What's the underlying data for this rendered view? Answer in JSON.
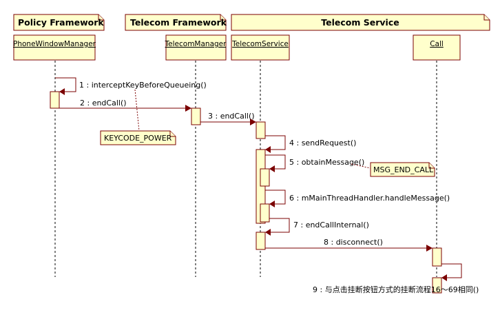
{
  "packages": [
    {
      "label": "Policy Framework"
    },
    {
      "label": "Telecom Framework"
    },
    {
      "label": "Telecom Service"
    }
  ],
  "lifelines": [
    {
      "label": "PhoneWindowManager"
    },
    {
      "label": "TelecomManager"
    },
    {
      "label": "TelecomService"
    },
    {
      "label": "Call"
    }
  ],
  "messages": [
    {
      "label": "1 : interceptKeyBeforeQueueing()"
    },
    {
      "label": "2 : endCall()"
    },
    {
      "label": "3 : endCall()"
    },
    {
      "label": "4 : sendRequest()"
    },
    {
      "label": "5 : obtainMessage()"
    },
    {
      "label": "6 : mMainThreadHandler.handleMessage()"
    },
    {
      "label": "7 : endCallInternal()"
    },
    {
      "label": "8 : disconnect()"
    },
    {
      "label": "9 : 与点击挂断按钮方式的挂断流程16～69相同()"
    }
  ],
  "notes": [
    {
      "label": "KEYCODE_POWER"
    },
    {
      "label": "MSG_END_CALL"
    }
  ]
}
